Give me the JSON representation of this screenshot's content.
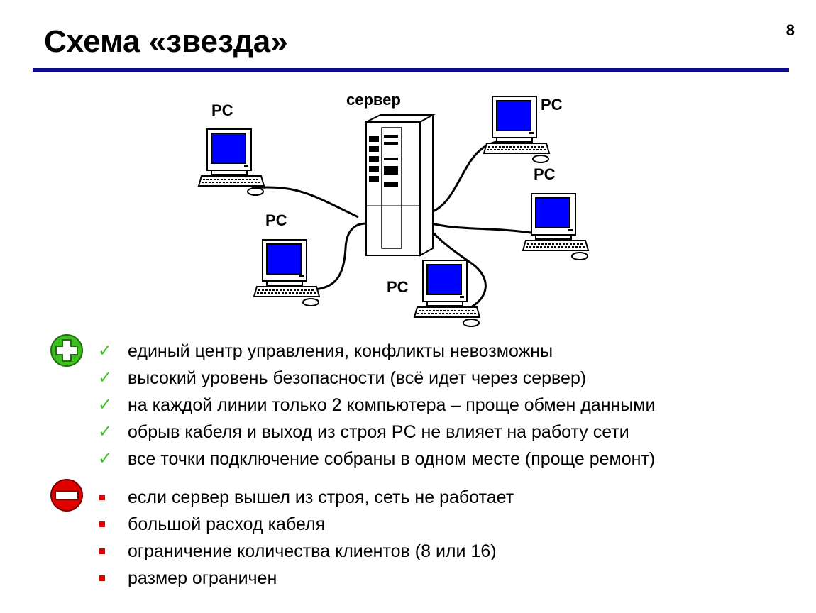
{
  "header": {
    "title": "Схема «звезда»",
    "page_number": "8"
  },
  "diagram": {
    "server_label": "сервер",
    "pc_label": "PC",
    "screen_color": "#0000ff",
    "cable_color": "#000000"
  },
  "pros": {
    "icon": "plus-icon",
    "color": "#3fbf1f",
    "items": [
      "единый центр управления, конфликты невозможны",
      "высокий уровень безопасности (всё идет через сервер)",
      "на каждой линии только 2 компьютера – проще обмен данными",
      "обрыв кабеля и выход из строя PC не влияет на работу сети",
      "все точки подключение собраны в одном месте (проще ремонт)"
    ]
  },
  "cons": {
    "icon": "minus-icon",
    "color": "#e00000",
    "items": [
      "если сервер вышел из строя, сеть не работает",
      "большой расход кабеля",
      "ограничение количества клиентов (8 или 16)",
      "размер ограничен"
    ]
  }
}
